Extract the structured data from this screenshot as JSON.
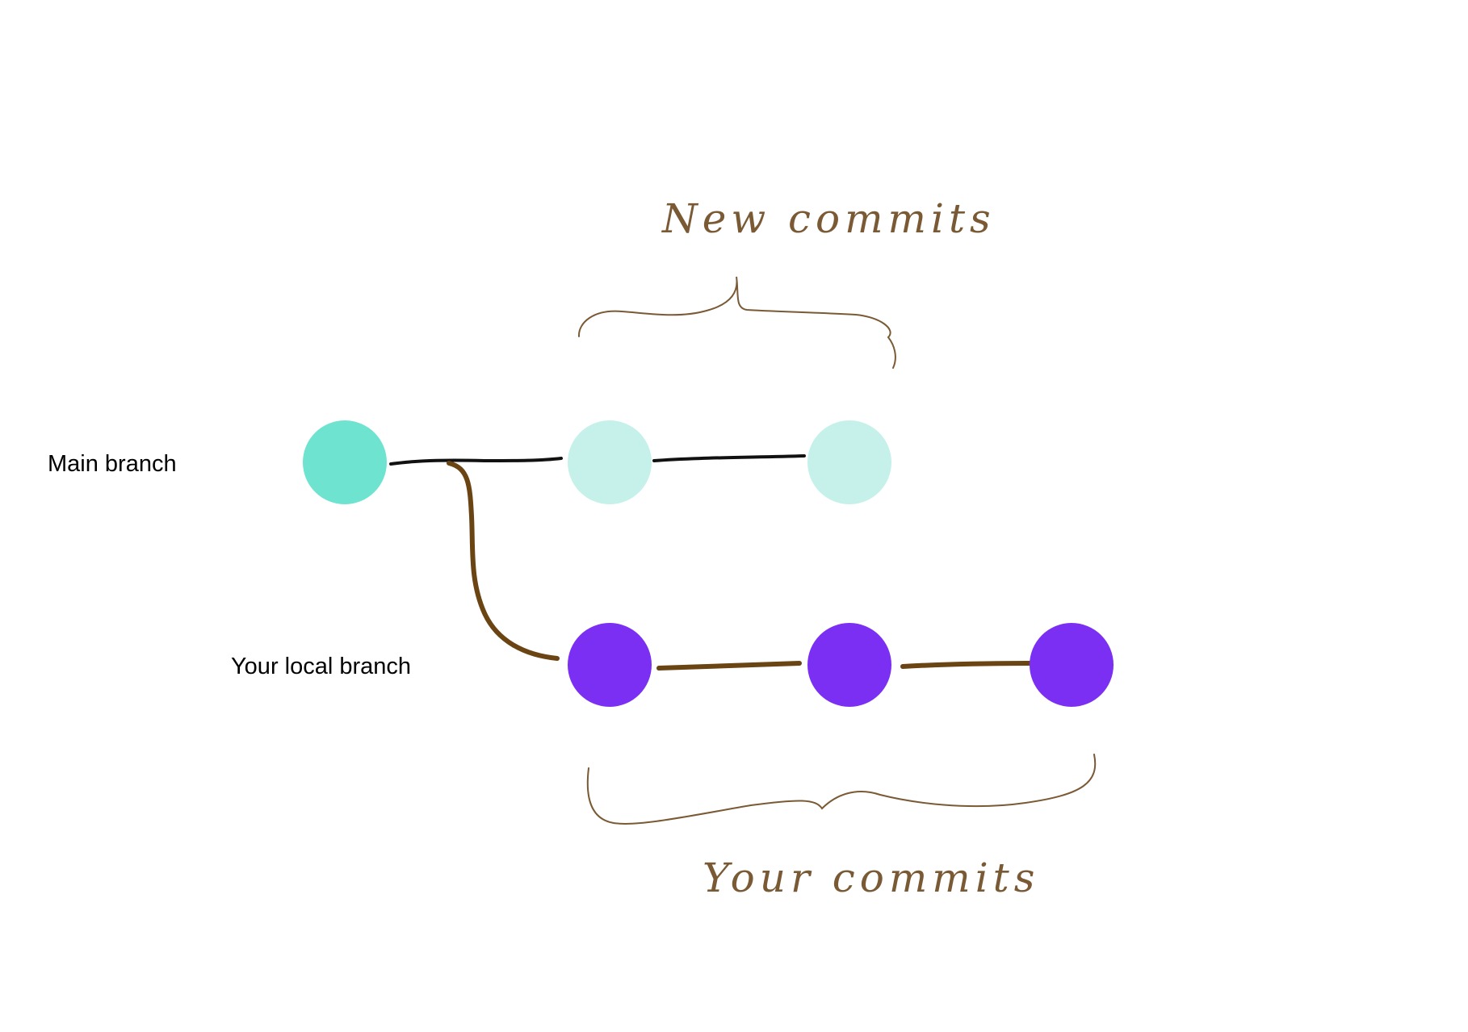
{
  "diagram": {
    "labels": {
      "main_branch": "Main branch",
      "local_branch": "Your local branch",
      "new_commits": "New commits",
      "your_commits": "Your commits"
    },
    "colors": {
      "background": "#ffffff",
      "main_commit": "#6de3d0",
      "new_commit": "#c5f1ea",
      "local_commit": "#7b2ff3",
      "main_line": "#111111",
      "branch_line": "#6b4414",
      "annotation": "#7a5a34"
    },
    "commits": {
      "main": [
        {
          "name": "main-commit-base",
          "state": "existing"
        },
        {
          "name": "main-commit-new-1",
          "state": "new"
        },
        {
          "name": "main-commit-new-2",
          "state": "new"
        }
      ],
      "local": [
        {
          "name": "local-commit-1",
          "state": "yours"
        },
        {
          "name": "local-commit-2",
          "state": "yours"
        },
        {
          "name": "local-commit-3",
          "state": "yours"
        }
      ]
    }
  }
}
